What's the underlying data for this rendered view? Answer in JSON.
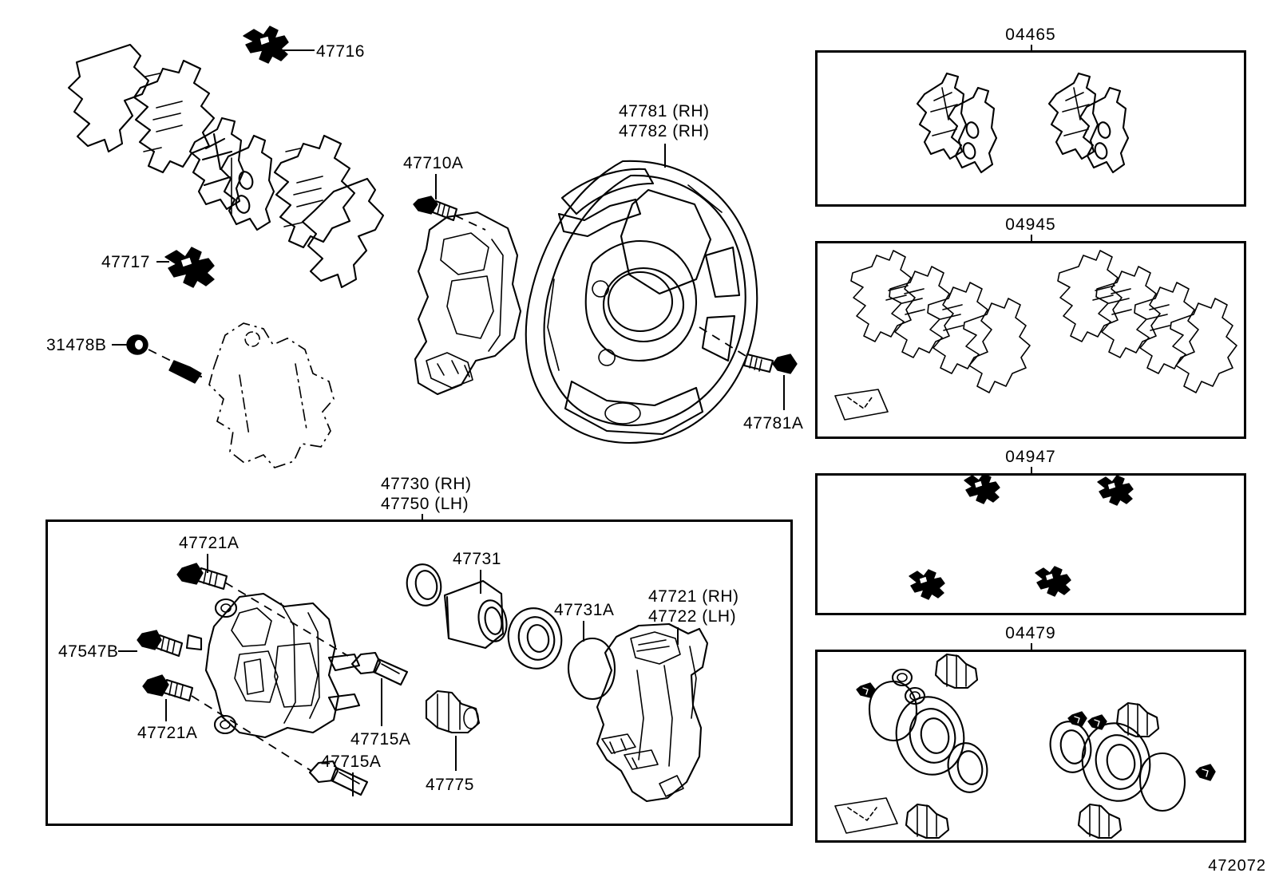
{
  "diagram": {
    "id": "472072",
    "title_group": "front disc brake caliper and parts exploded view"
  },
  "main_labels": [
    {
      "key": "clip_47716",
      "text": "47716"
    },
    {
      "key": "clip_47717",
      "text": "47717"
    },
    {
      "key": "bleeder_31478b",
      "text": "31478B"
    },
    {
      "key": "bolt_47710a",
      "text": "47710A"
    },
    {
      "key": "plate_47781_rh",
      "text": "47781 (RH)"
    },
    {
      "key": "plate_47782_rh",
      "text": "47782 (RH)"
    },
    {
      "key": "bolt_47781a",
      "text": "47781A"
    },
    {
      "key": "caliper_47730_rh",
      "text": "47730 (RH)"
    },
    {
      "key": "caliper_47750_lh",
      "text": "47750 (LH)"
    }
  ],
  "caliper_panel": {
    "header_line1": "47730 (RH)",
    "header_line2": "47750 (LH)",
    "labels": [
      {
        "key": "bolt_47721a_top",
        "text": "47721A"
      },
      {
        "key": "bleeder_47547b",
        "text": "47547B"
      },
      {
        "key": "bolt_47721a_bottom",
        "text": "47721A"
      },
      {
        "key": "pin_47715a_right",
        "text": "47715A"
      },
      {
        "key": "pin_47715a_bottom",
        "text": "47715A"
      },
      {
        "key": "piston_47731",
        "text": "47731"
      },
      {
        "key": "seal_47731a",
        "text": "47731A"
      },
      {
        "key": "boot_47775",
        "text": "47775"
      },
      {
        "key": "mount_47721_rh",
        "text": "47721 (RH)"
      },
      {
        "key": "mount_47722_lh",
        "text": "47722 (LH)"
      }
    ]
  },
  "kit_panels": [
    {
      "key": "pad_kit",
      "title": "04465"
    },
    {
      "key": "shim_kit",
      "title": "04945"
    },
    {
      "key": "clip_kit",
      "title": "04947"
    },
    {
      "key": "seal_kit",
      "title": "04479"
    }
  ]
}
